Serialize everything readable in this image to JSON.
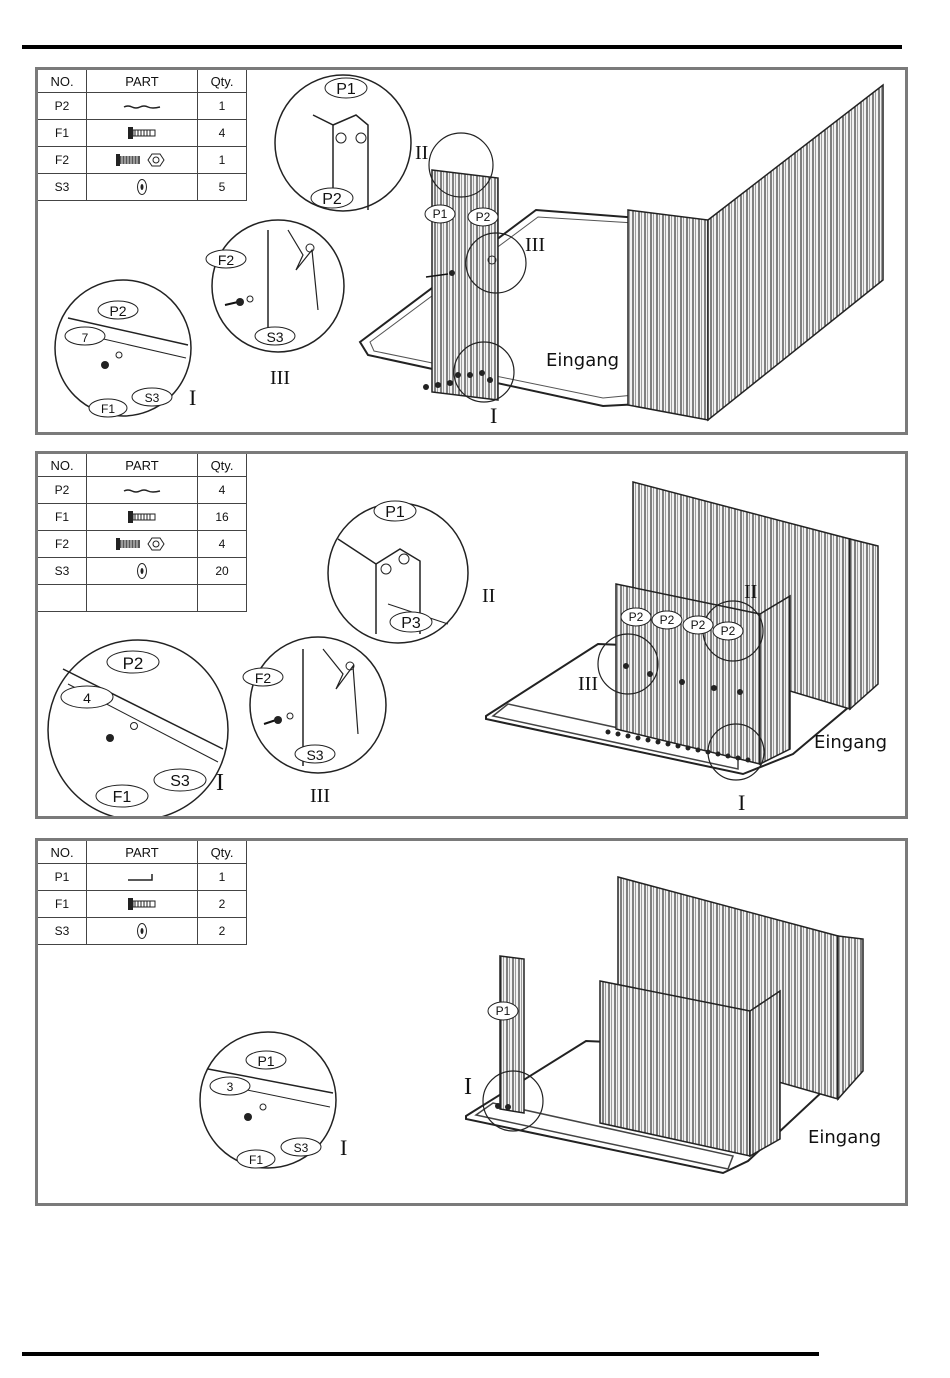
{
  "panels": [
    {
      "headers": {
        "no": "NO.",
        "part": "PART",
        "qty": "Qty."
      },
      "rows": [
        {
          "no": "P2",
          "icon": "strip-icon",
          "qty": "1"
        },
        {
          "no": "F1",
          "icon": "screw-icon",
          "qty": "4"
        },
        {
          "no": "F2",
          "icon": "bolt-nut-icon",
          "qty": "1"
        },
        {
          "no": "S3",
          "icon": "washer-icon",
          "qty": "5"
        }
      ],
      "callouts": {
        "detail_i": {
          "roman": "I",
          "part_a": "P2",
          "count": "7",
          "part_b": "F1",
          "part_c": "S3"
        },
        "detail_ii": {
          "roman": "II",
          "part_a": "P1",
          "part_b": "P2"
        },
        "detail_iii": {
          "roman": "III",
          "part_a": "F2",
          "part_b": "S3"
        },
        "main": {
          "p1": "P1",
          "p2": "P2",
          "roman_i": "I",
          "roman_ii": "II",
          "roman_iii": "III"
        }
      },
      "entrance_label": "Eingang"
    },
    {
      "headers": {
        "no": "NO.",
        "part": "PART",
        "qty": "Qty."
      },
      "rows": [
        {
          "no": "P2",
          "icon": "strip-icon",
          "qty": "4"
        },
        {
          "no": "F1",
          "icon": "screw-icon",
          "qty": "16"
        },
        {
          "no": "F2",
          "icon": "bolt-nut-icon",
          "qty": "4"
        },
        {
          "no": "S3",
          "icon": "washer-icon",
          "qty": "20"
        },
        {
          "no": "",
          "icon": "",
          "qty": ""
        }
      ],
      "callouts": {
        "detail_i": {
          "roman": "I",
          "part_a": "P2",
          "count": "4",
          "part_b": "F1",
          "part_c": "S3"
        },
        "detail_ii": {
          "roman": "II",
          "part_a": "P1",
          "part_b": "P3"
        },
        "detail_iii": {
          "roman": "III",
          "part_a": "F2",
          "part_b": "S3"
        },
        "main": {
          "p2a": "P2",
          "p2b": "P2",
          "p2c": "P2",
          "p2d": "P2",
          "roman_i": "I",
          "roman_ii": "II",
          "roman_iii": "III"
        }
      },
      "entrance_label": "Eingang"
    },
    {
      "headers": {
        "no": "NO.",
        "part": "PART",
        "qty": "Qty."
      },
      "rows": [
        {
          "no": "P1",
          "icon": "angle-strip-icon",
          "qty": "1"
        },
        {
          "no": "F1",
          "icon": "screw-icon",
          "qty": "2"
        },
        {
          "no": "S3",
          "icon": "washer-icon",
          "qty": "2"
        }
      ],
      "callouts": {
        "detail_i": {
          "roman": "I",
          "part_a": "P1",
          "count": "3",
          "part_b": "F1",
          "part_c": "S3"
        },
        "main": {
          "p1": "P1",
          "roman_i": "I"
        }
      },
      "entrance_label": "Eingang"
    }
  ]
}
